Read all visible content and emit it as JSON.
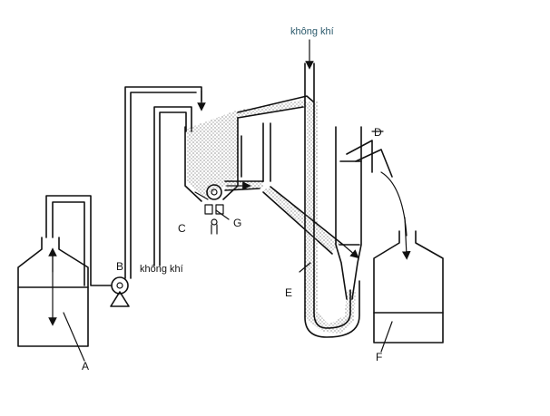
{
  "labels": {
    "air_top": "không khí",
    "air_mid": "không khí",
    "A": "A",
    "B": "B",
    "C": "C",
    "D": "D",
    "E": "E",
    "F": "F",
    "G": "G"
  }
}
